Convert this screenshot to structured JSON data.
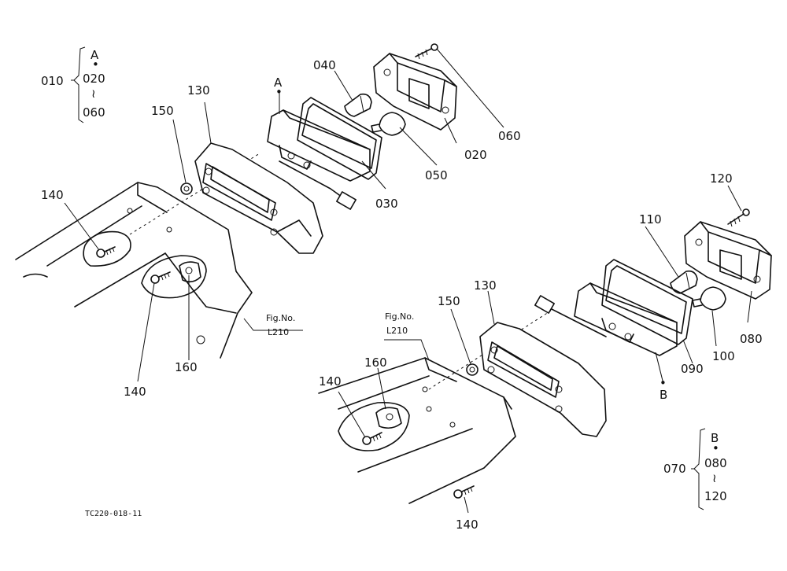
{
  "labels": {
    "p010": "010",
    "p020a": "020",
    "p060a": "060",
    "p040": "040",
    "p020": "020",
    "p030": "030",
    "p050": "050",
    "p060": "060",
    "p130a": "130",
    "p150a": "150",
    "p140a": "140",
    "p140b": "140",
    "p160a": "160",
    "p120": "120",
    "p110": "110",
    "p130b": "130",
    "p150b": "150",
    "p160b": "160",
    "p140c": "140",
    "p140d": "140",
    "p080": "080",
    "p100": "100",
    "p090": "090",
    "p070": "070",
    "p080b": "080",
    "p120b": "120"
  },
  "markers": {
    "A_top": "A",
    "A_group": "A",
    "B_bottom": "B",
    "B_group": "B",
    "dot": "•",
    "tilde": "≀"
  },
  "refs": {
    "fig_left_line1": "Fig.No.",
    "fig_left_line2": "L210",
    "fig_right_line1": "Fig.No.",
    "fig_right_line2": "L210"
  },
  "drawing_code": "TC220-018-11"
}
